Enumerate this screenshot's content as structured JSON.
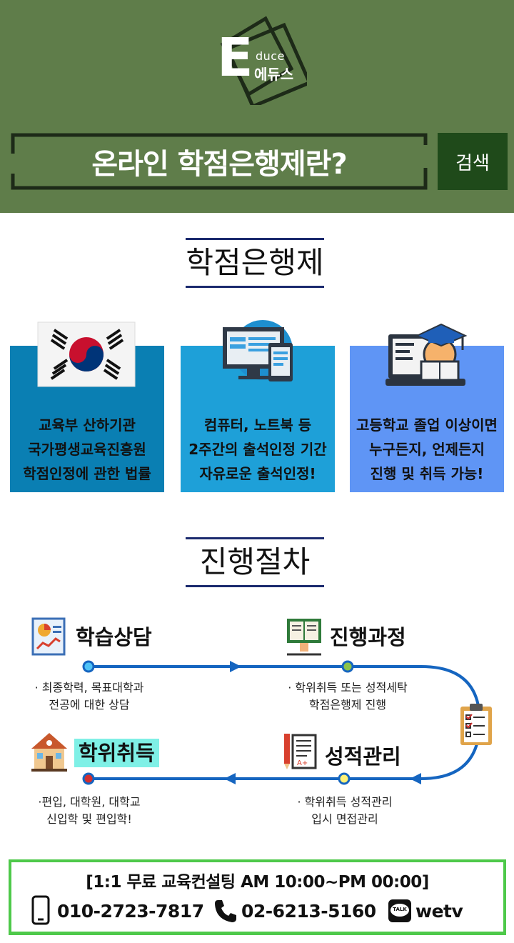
{
  "header": {
    "logo_letter": "E",
    "logo_suffix": "duce",
    "logo_korean": "에듀스",
    "search_title": "온라인 학점은행제란?",
    "search_button": "검색"
  },
  "section1": {
    "heading": "학점은행제",
    "cards": [
      {
        "lines": [
          "교육부 산하기관",
          "국가평생교육진흥원",
          "학점인정에 관한 법률"
        ],
        "bg": "#0a7fb3",
        "icon": "korean-flag-icon"
      },
      {
        "lines": [
          "컴퓨터, 노트북 등",
          "2주간의 출석인정 기간",
          "자유로운 출석인정!"
        ],
        "bg": "#1ea0d8",
        "icon": "computer-devices-icon"
      },
      {
        "lines": [
          "고등학교 졸업 이상이면",
          "누구든지, 언제든지",
          "진행 및 취득 가능!"
        ],
        "bg": "#5f95f5",
        "icon": "graduate-laptop-icon"
      }
    ]
  },
  "section2": {
    "heading": "진행절차",
    "steps": [
      {
        "title": "학습상담",
        "desc": [
          "· 최종학력, 목표대학과",
          "전공에 대한 상담"
        ]
      },
      {
        "title": "진행과정",
        "desc": [
          "· 학위취득 또는 성적세탁",
          "학점은행제 진행"
        ]
      },
      {
        "title": "성적관리",
        "desc": [
          "· 학위취득 성적관리",
          "입시 면접관리"
        ]
      },
      {
        "title": "학위취득",
        "desc": [
          "·편입, 대학원, 대학교",
          "신입학 및 편입학!"
        ]
      }
    ]
  },
  "footer": {
    "consult": "[1:1 무료 교육컨설팅 AM 10:00~PM 00:00]",
    "mobile": "010-2723-7817",
    "phone": "02-6213-5160",
    "kakao_badge": "TALK",
    "kakao_id": "wetv"
  },
  "colors": {
    "header_bg": "#5f7d4a",
    "search_button_bg": "#1f4a1a",
    "heading_rule": "#1b2a6e",
    "timeline": "#1565c0",
    "footer_border": "#4ec94a",
    "highlight": "#7ff0e6"
  }
}
